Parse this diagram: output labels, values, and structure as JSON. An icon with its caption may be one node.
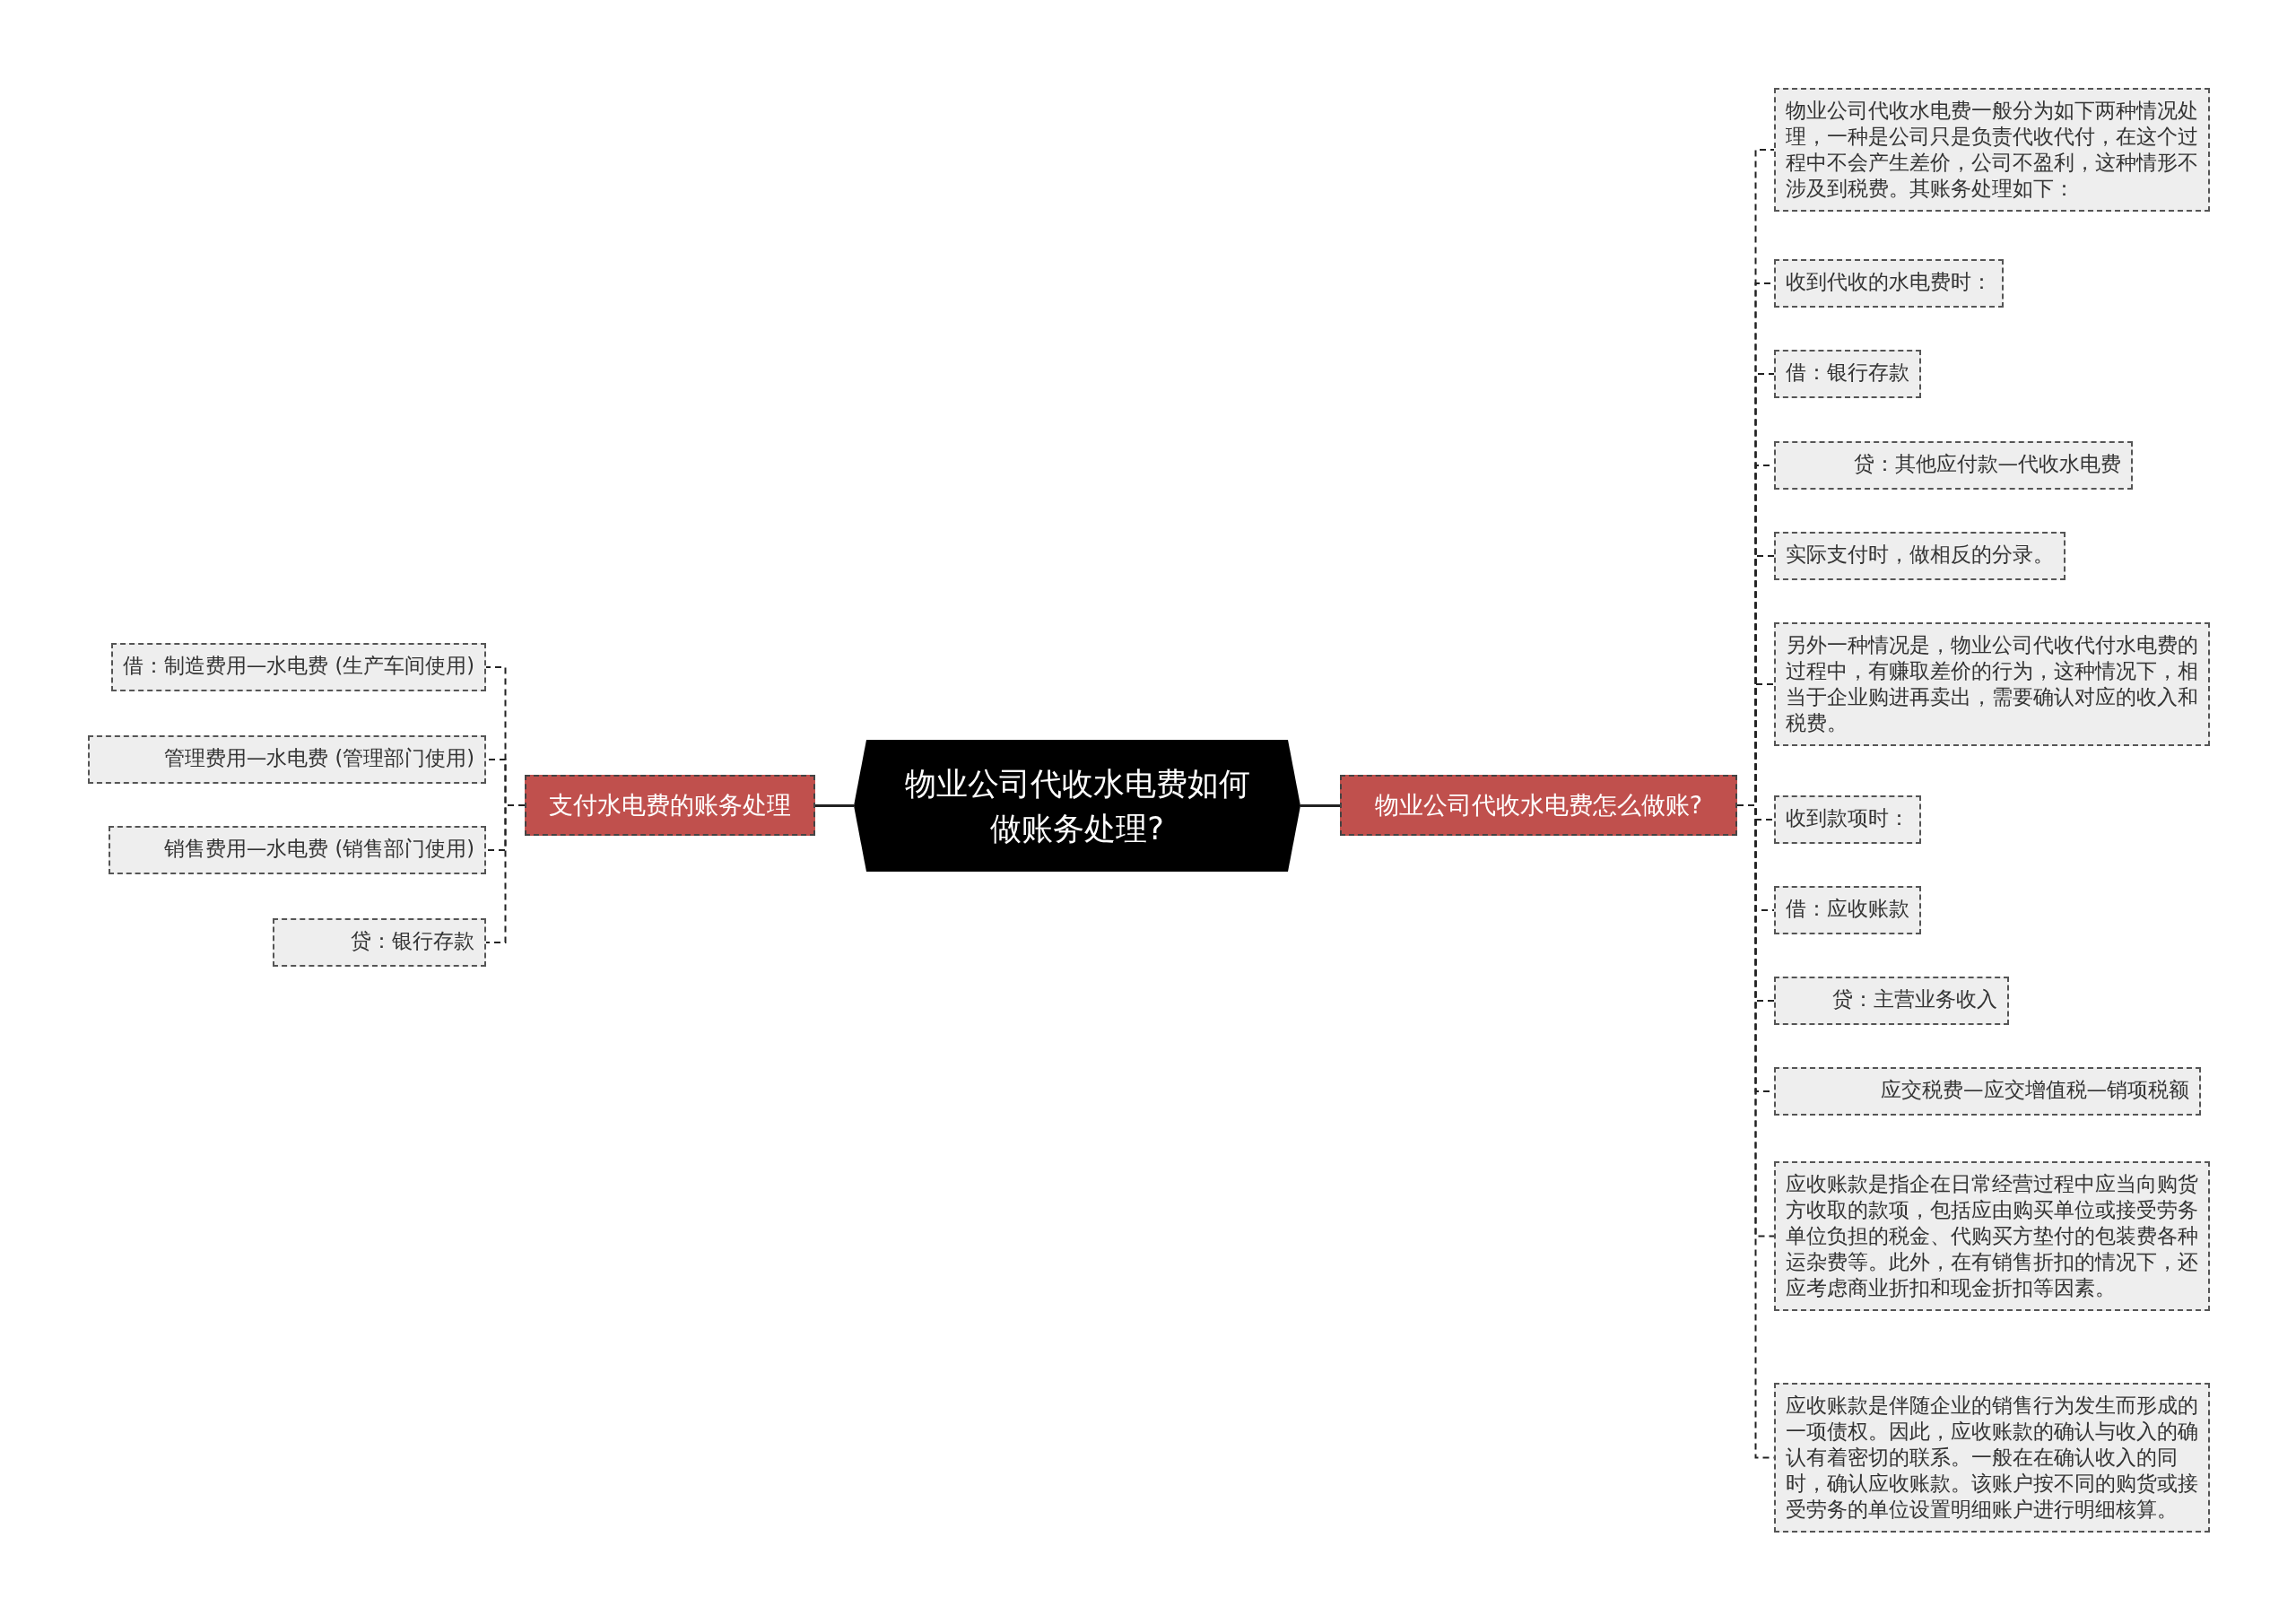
{
  "diagram": {
    "nodes": [
      {
        "text": [
          "物业公司代收水电费如何做账务处理?"
        ]
      },
      {
        "text": [
          "支付水电费的账务处理"
        ]
      },
      {
        "text": [
          "借：制造费用—水电费 (生产车间使用)"
        ]
      },
      {
        "text": [
          "管理费用—水电费 (管理部门使用)"
        ]
      },
      {
        "text": [
          "销售费用—水电费 (销售部门使用)"
        ]
      },
      {
        "text": [
          "贷：银行存款"
        ]
      },
      {
        "text": [
          "物业公司代收水电费怎么做账?"
        ]
      },
      {
        "text": [
          "物业公司代收水电费一般分为如下两种情况处理，一种是公司只是负责代收代付，在这个过程中不会产生差价，公司不盈利，这种情形不涉及到税费。其账务处理如下："
        ]
      },
      {
        "text": [
          "收到代收的水电费时："
        ]
      },
      {
        "text": [
          "借：银行存款"
        ]
      },
      {
        "text": [
          "贷：其他应付款—代收水电费"
        ]
      },
      {
        "text": [
          "实际支付时，做相反的分录。"
        ]
      },
      {
        "text": [
          "另外一种情况是，物业公司代收代付水电费的过程中，有赚取差价的行为，这种情况下，相当于企业购进再卖出，需要确认对应的收入和税费。"
        ]
      },
      {
        "text": [
          "收到款项时："
        ]
      },
      {
        "text": [
          "借：应收账款"
        ]
      },
      {
        "text": [
          "贷：主营业务收入"
        ]
      },
      {
        "text": [
          "应交税费—应交增值税—销项税额"
        ]
      },
      {
        "text": [
          "应收账款是指企在日常经营过程中应当向购货方收取的款项，包括应由购买单位或接受劳务单位负担的税金、代购买方垫付的包装费各种运杂费等。此外，在有销售折扣的情况下，还应考虑商业折扣和现金折扣等因素。"
        ]
      },
      {
        "text": [
          "应收账款是伴随企业的销售行为发生而形成的一项债权。因此，应收账款的确认与收入的确认有着密切的联系。一般在在确认收入的同时，确认应收账款。该账户按不同的购货或接受劳务的单位设置明细账户进行明细核算。"
        ]
      }
    ],
    "edges": [
      {
        "from": 0,
        "to": 1,
        "arrow": "none"
      },
      {
        "from": 1,
        "to": 2,
        "arrow": "none",
        "style": "dashed"
      },
      {
        "from": 1,
        "to": 3,
        "arrow": "none",
        "style": "dashed"
      },
      {
        "from": 1,
        "to": 4,
        "arrow": "none",
        "style": "dashed"
      },
      {
        "from": 1,
        "to": 5,
        "arrow": "none",
        "style": "dashed"
      },
      {
        "from": 0,
        "to": 6,
        "arrow": "none"
      },
      {
        "from": 6,
        "to": 7,
        "arrow": "none",
        "style": "dashed"
      },
      {
        "from": 6,
        "to": 8,
        "arrow": "none",
        "style": "dashed"
      },
      {
        "from": 6,
        "to": 9,
        "arrow": "none",
        "style": "dashed"
      },
      {
        "from": 6,
        "to": 10,
        "arrow": "none",
        "style": "dashed"
      },
      {
        "from": 6,
        "to": 11,
        "arrow": "none",
        "style": "dashed"
      },
      {
        "from": 6,
        "to": 12,
        "arrow": "none",
        "style": "dashed"
      },
      {
        "from": 6,
        "to": 13,
        "arrow": "none",
        "style": "dashed"
      },
      {
        "from": 6,
        "to": 14,
        "arrow": "none",
        "style": "dashed"
      },
      {
        "from": 6,
        "to": 15,
        "arrow": "none",
        "style": "dashed"
      },
      {
        "from": 6,
        "to": 16,
        "arrow": "none",
        "style": "dashed"
      },
      {
        "from": 6,
        "to": 17,
        "arrow": "none",
        "style": "dashed"
      },
      {
        "from": 6,
        "to": 18,
        "arrow": "none",
        "style": "dashed"
      }
    ]
  }
}
